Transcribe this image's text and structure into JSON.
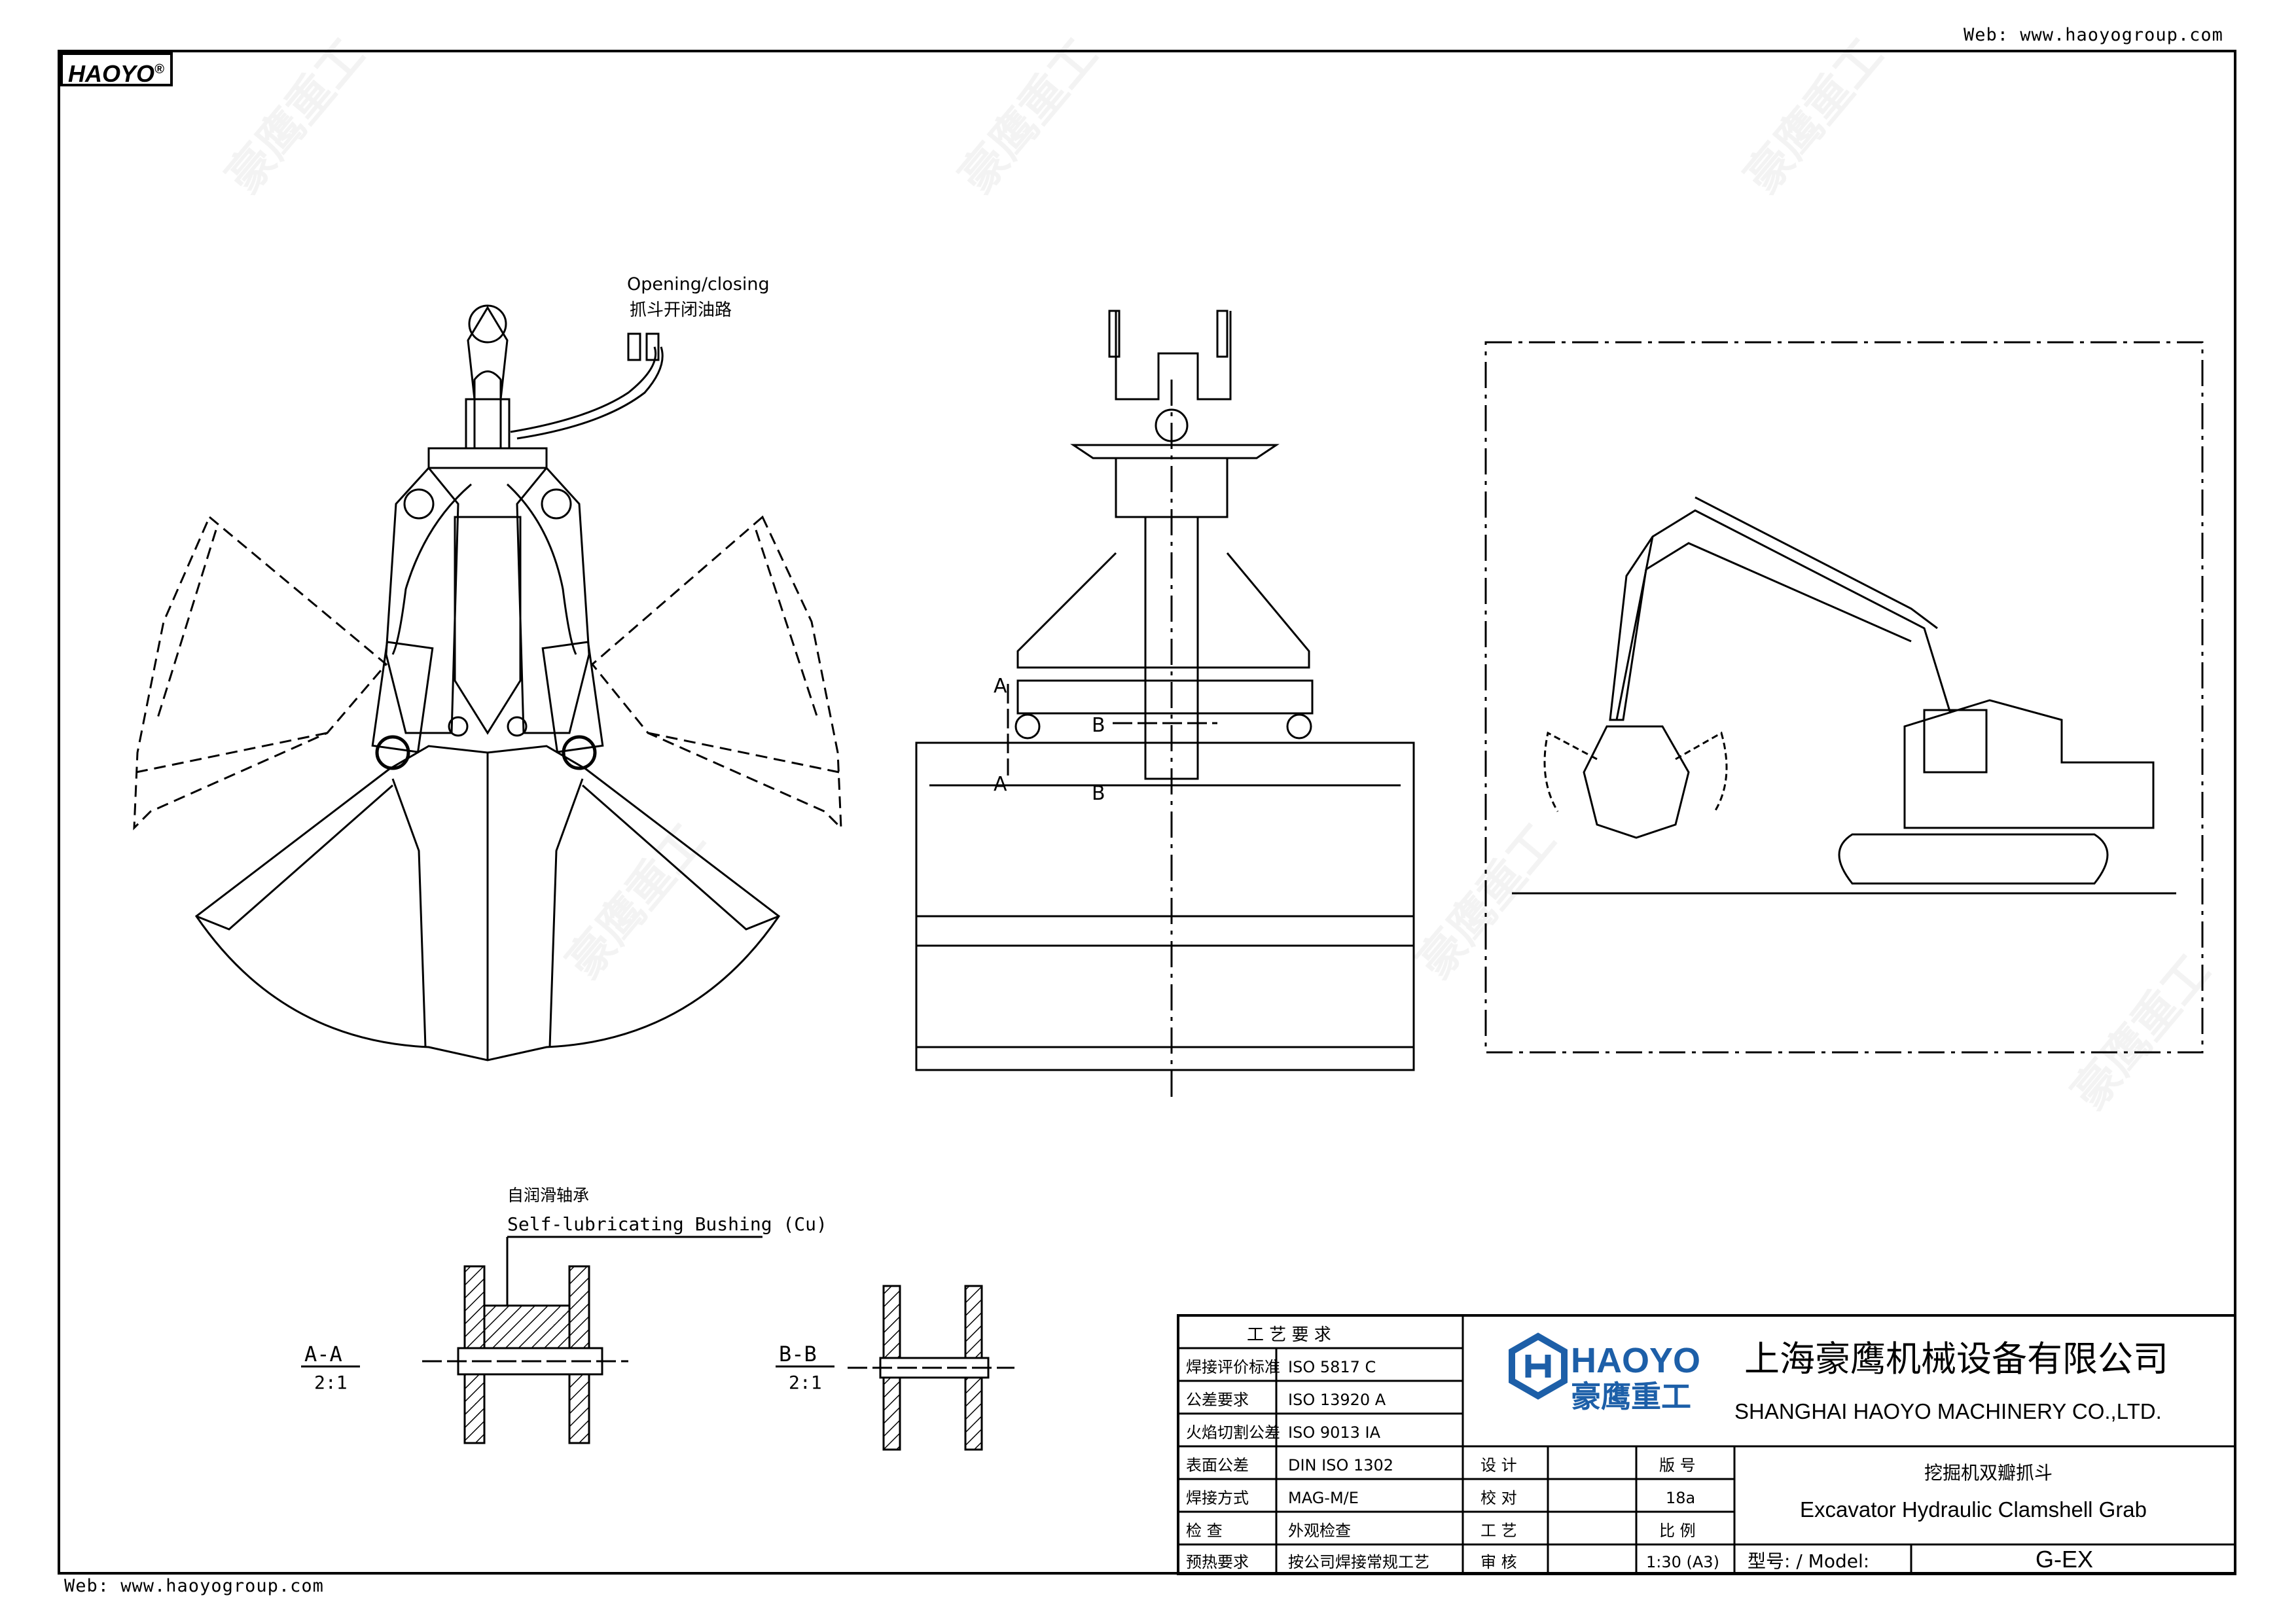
{
  "web_top": "Web: www.haoyogroup.com",
  "web_bottom": "Web: www.haoyogroup.com",
  "corner_logo": "HAOYO",
  "corner_logo_reg": "®",
  "watermark": "豪鹰重工",
  "annotations": {
    "oil_line_en": "Opening/closing",
    "oil_line_cn": "抓斗开闭油路",
    "bushing_cn": "自润滑轴承",
    "bushing_en": "Self-lubricating Bushing (Cu)",
    "section_a": "A",
    "section_b": "B",
    "section_aa": "A-A",
    "section_aa_scale": "2:1",
    "section_bb": "B-B",
    "section_bb_scale": "2:1"
  },
  "title_block": {
    "process_header": "工  艺  要  求",
    "requirements": [
      {
        "label": "焊接评价标准",
        "value": "ISO 5817 C"
      },
      {
        "label": "公差要求",
        "value": "ISO 13920 A"
      },
      {
        "label": "火焰切割公差",
        "value": "ISO 9013 IA"
      },
      {
        "label": "表面公差",
        "value": "DIN ISO 1302"
      },
      {
        "label": "焊接方式",
        "value": "MAG-M/E"
      },
      {
        "label": "检    查",
        "value": "外观检查"
      },
      {
        "label": "预热要求",
        "value": "按公司焊接常规工艺"
      }
    ],
    "roles": [
      "设  计",
      "校  对",
      "工  艺",
      "审  核"
    ],
    "version_label": "版  号",
    "version_value": "18a",
    "scale_label": "比  例",
    "scale_value": "1:30 (A3)",
    "brand_name": "HAOYO",
    "brand_cn": "豪鹰重工",
    "company_cn": "上海豪鹰机械设备有限公司",
    "company_en": "SHANGHAI  HAOYO MACHINERY  CO.,LTD.",
    "product_cn": "挖掘机双瓣抓斗",
    "product_en": "Excavator Hydraulic Clamshell Grab",
    "model_label": "型号: / Model:",
    "model_value": "G-EX",
    "brand_color": "#1d5fa8"
  }
}
